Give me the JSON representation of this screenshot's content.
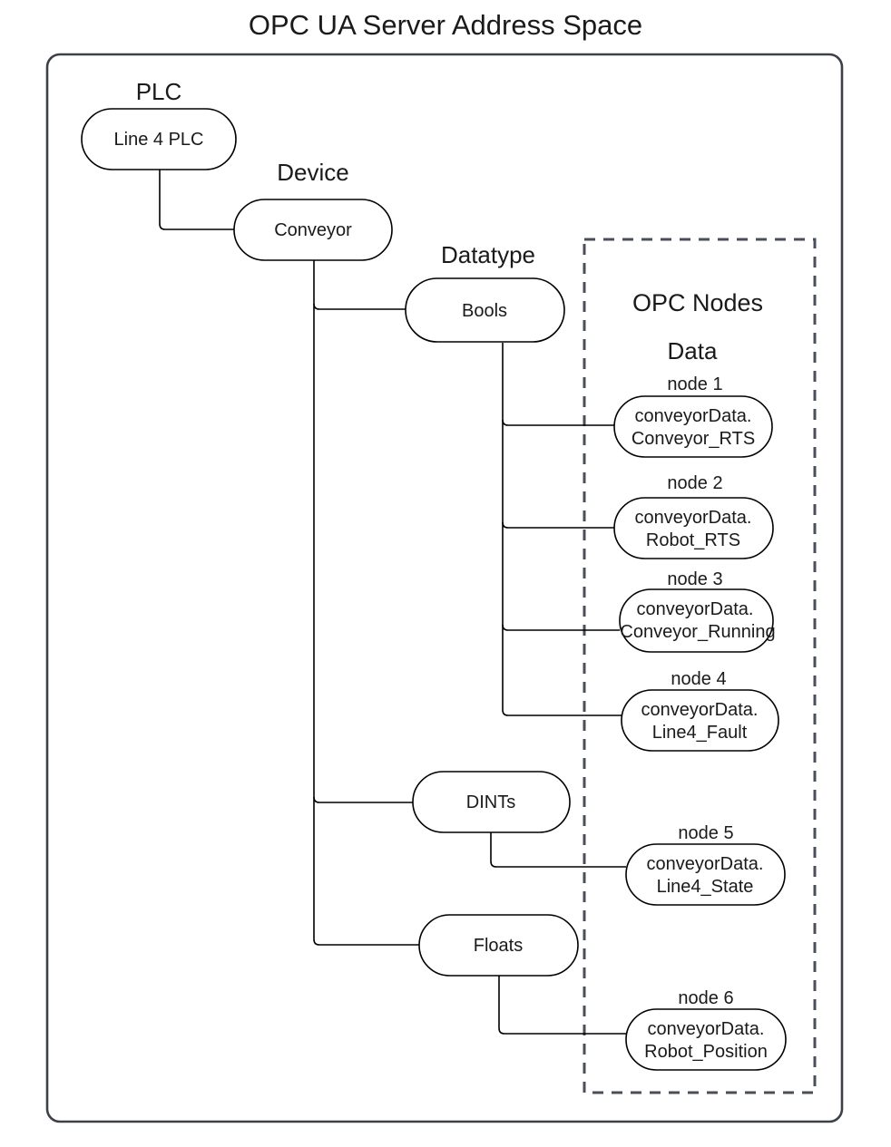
{
  "title": "OPC UA Server Address Space",
  "frames": {
    "outer_name": "address-space-frame",
    "dashed_region_label": "OPC Nodes",
    "dashed_region_color": "#ff3b30",
    "dashed_region_sublabel": "Data"
  },
  "groups": {
    "plc_label": "PLC",
    "device_label": "Device",
    "datatype_label": "Datatype"
  },
  "tree": {
    "plc": {
      "label": "Line 4 PLC"
    },
    "device": {
      "label": "Conveyor"
    },
    "datatypes": [
      {
        "label": "Bools"
      },
      {
        "label": "DINTs"
      },
      {
        "label": "Floats"
      }
    ]
  },
  "nodes": [
    {
      "caption": "node 1",
      "line1": "conveyorData.",
      "line2": "Conveyor_RTS",
      "datatype": "Bools"
    },
    {
      "caption": "node 2",
      "line1": "conveyorData.",
      "line2": "Robot_RTS",
      "datatype": "Bools"
    },
    {
      "caption": "node 3",
      "line1": "conveyorData.",
      "line2": "Conveyor_Running",
      "datatype": "Bools"
    },
    {
      "caption": "node 4",
      "line1": "conveyorData.",
      "line2": "Line4_Fault",
      "datatype": "Bools"
    },
    {
      "caption": "node 5",
      "line1": "conveyorData.",
      "line2": "Line4_State",
      "datatype": "DINTs"
    },
    {
      "caption": "node 6",
      "line1": "conveyorData.",
      "line2": "Robot_Position",
      "datatype": "Floats"
    }
  ],
  "colors": {
    "stroke": "#000000",
    "frame": "#3c4049",
    "dashed": "#4a4f5a",
    "accent": "#ff3b30",
    "background": "#ffffff"
  }
}
